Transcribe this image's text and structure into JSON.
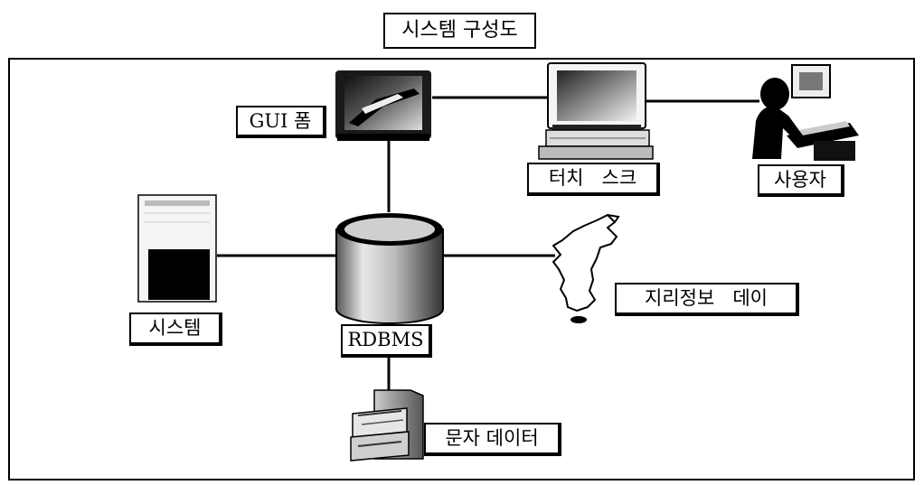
{
  "title": "시스템 구성도",
  "nodes": {
    "gui": {
      "label": "GUI 폼"
    },
    "touch": {
      "label": "터치   스크"
    },
    "user": {
      "label": "사용자"
    },
    "system": {
      "label": "시스템"
    },
    "rdbms": {
      "label": "RDBMS"
    },
    "geo": {
      "label": "지리정보   데이"
    },
    "text_data": {
      "label": "문자 데이터"
    }
  },
  "edges": [
    {
      "from": "rdbms",
      "to": "gui"
    },
    {
      "from": "gui",
      "to": "touch"
    },
    {
      "from": "touch",
      "to": "user"
    },
    {
      "from": "rdbms",
      "to": "system"
    },
    {
      "from": "rdbms",
      "to": "geo"
    },
    {
      "from": "rdbms",
      "to": "text_data"
    }
  ]
}
